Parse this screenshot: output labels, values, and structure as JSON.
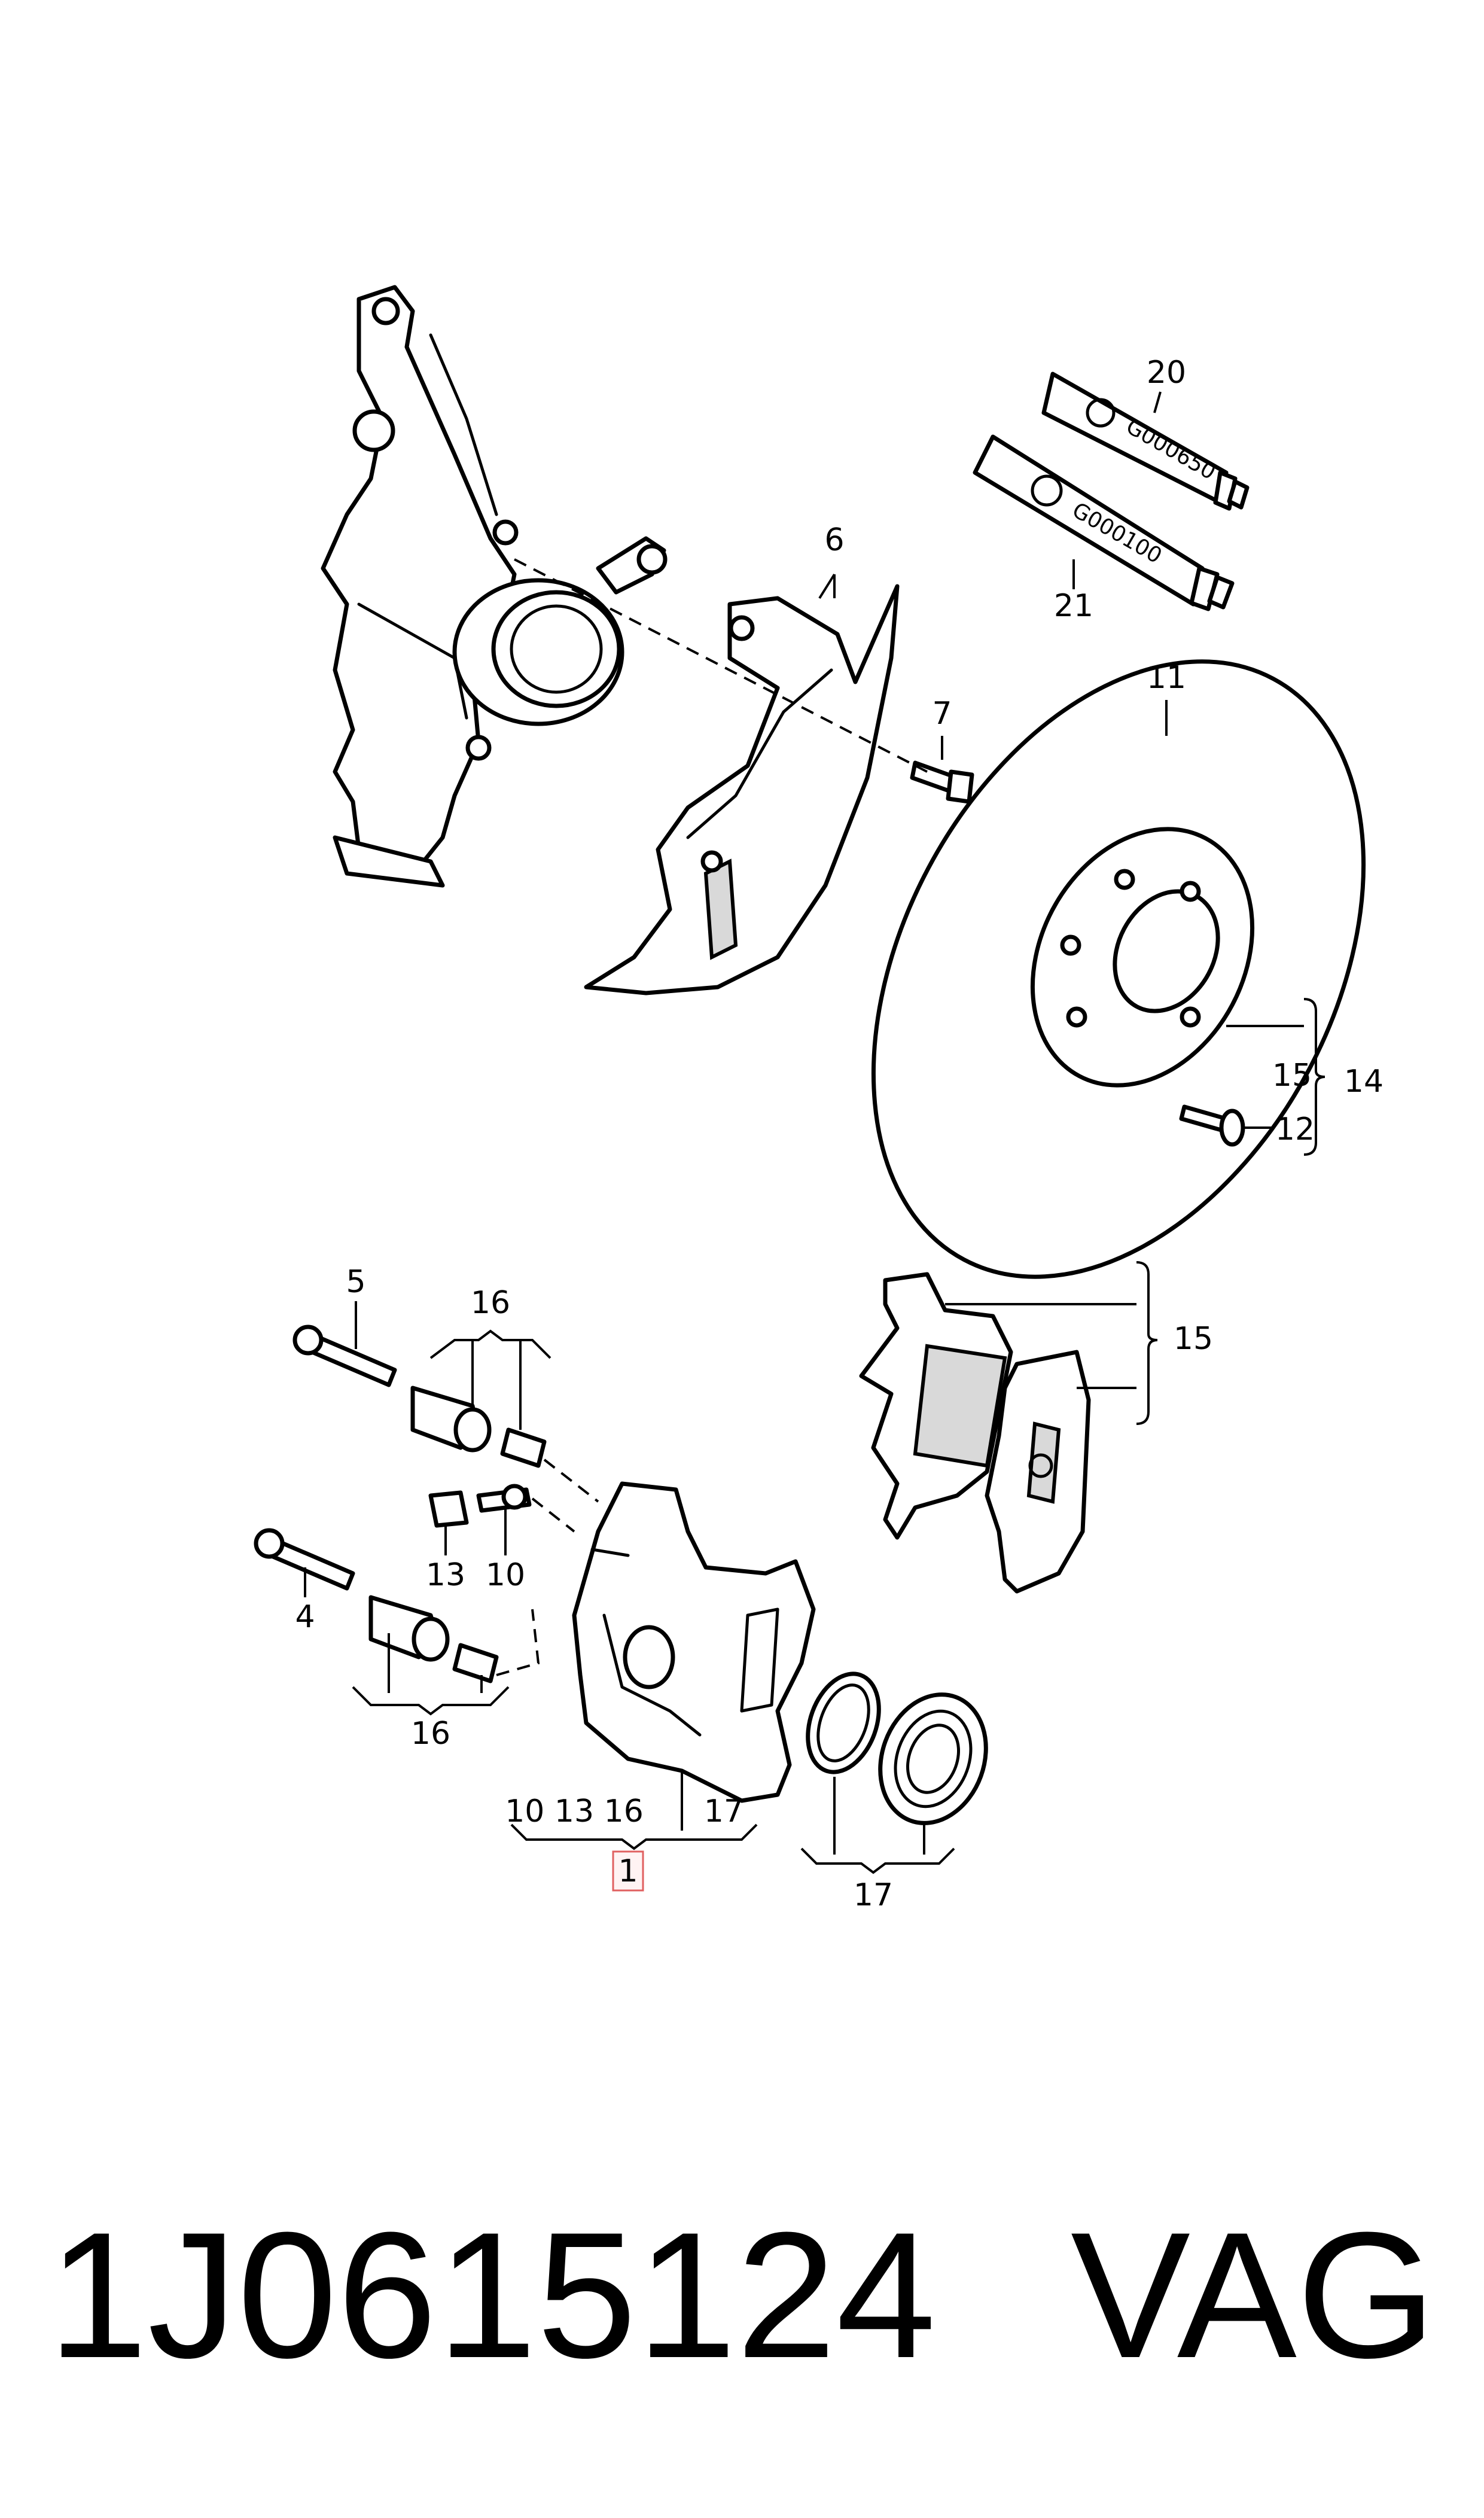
{
  "callouts": {
    "c1": "1",
    "c4": "4",
    "c5": "5",
    "c6": "6",
    "c7": "7",
    "c10": "10",
    "c11": "11",
    "c12": "12",
    "c13": "13",
    "c14": "14",
    "c15a": "15",
    "c15b": "15",
    "c16a": "16",
    "c16b": "16",
    "c17a": "17",
    "c20": "20",
    "c21": "21",
    "group_1_items": "10  13  16",
    "group_1_item17": "17",
    "group_17": "17"
  },
  "tubes": {
    "upper_code": "G000650",
    "lower_code": "G000100"
  },
  "footer": {
    "part_number": "1J0615124",
    "brand": "VAG"
  },
  "colors": {
    "highlight_border": "#e06060",
    "ink": "#000000"
  }
}
